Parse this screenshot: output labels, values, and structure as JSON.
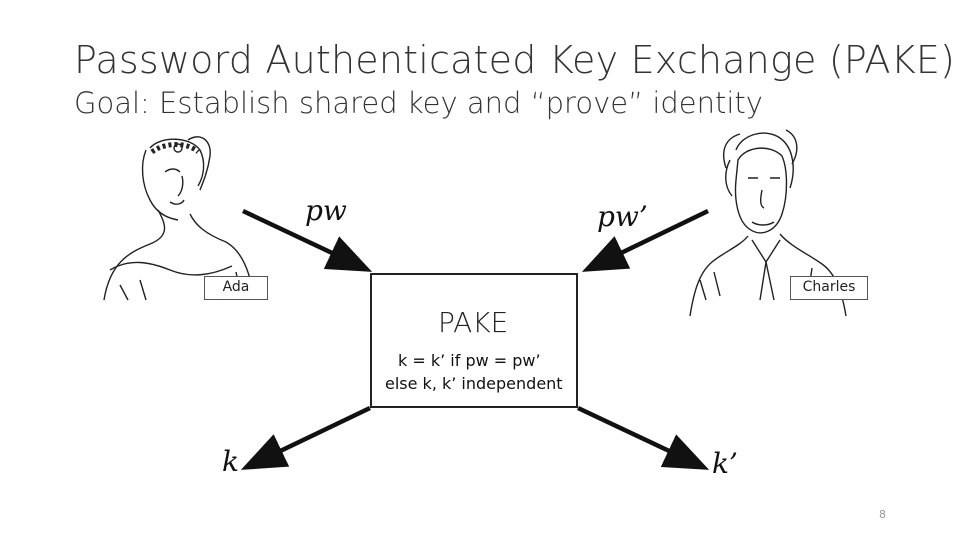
{
  "slide": {
    "title": "Password Authenticated Key Exchange (PAKE)",
    "subtitle": "Goal: Establish shared key and “prove” identity",
    "page_number": "8"
  },
  "parties": {
    "left": {
      "name": "Ada",
      "input": "pw",
      "output": "k"
    },
    "right": {
      "name": "Charles",
      "input": "pw’",
      "output": "k’"
    }
  },
  "pake_box": {
    "title": "PAKE",
    "line1": "k = k’ if pw = pw’",
    "line2": "else k, k’ independent"
  },
  "icons": [
    "ada-portrait-icon",
    "charles-portrait-icon"
  ],
  "colors": {
    "stroke": "#111111",
    "text": "#333333"
  }
}
